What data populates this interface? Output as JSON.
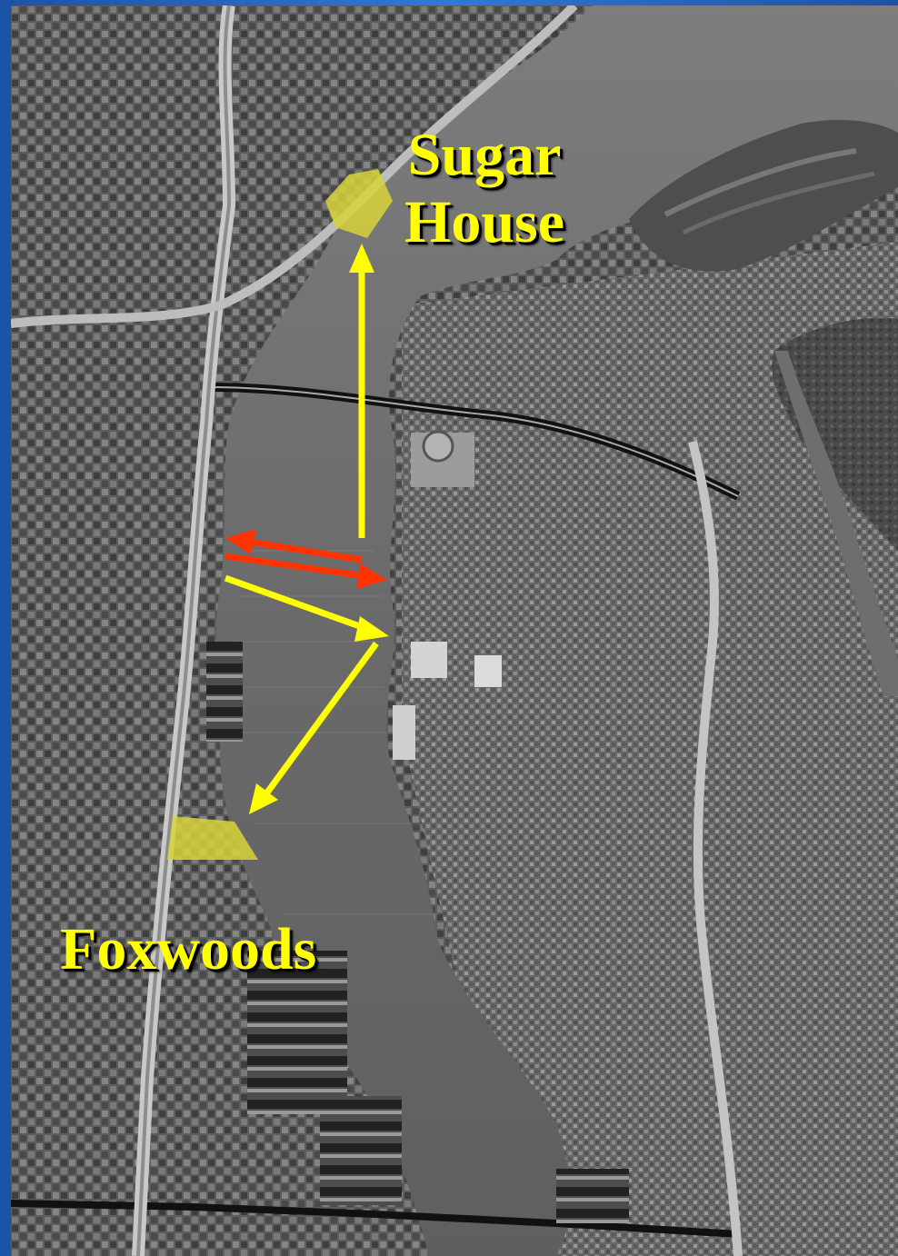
{
  "labels": {
    "sugar_house_line1": "Sugar",
    "sugar_house_line2": "House",
    "foxwoods": "Foxwoods"
  },
  "colors": {
    "label_text": "#ffff00",
    "site_highlight": "#d8d43a",
    "arrow_yellow": "#ffff00",
    "arrow_red": "#ff3300",
    "frame_blue": "#1f5fb8"
  }
}
